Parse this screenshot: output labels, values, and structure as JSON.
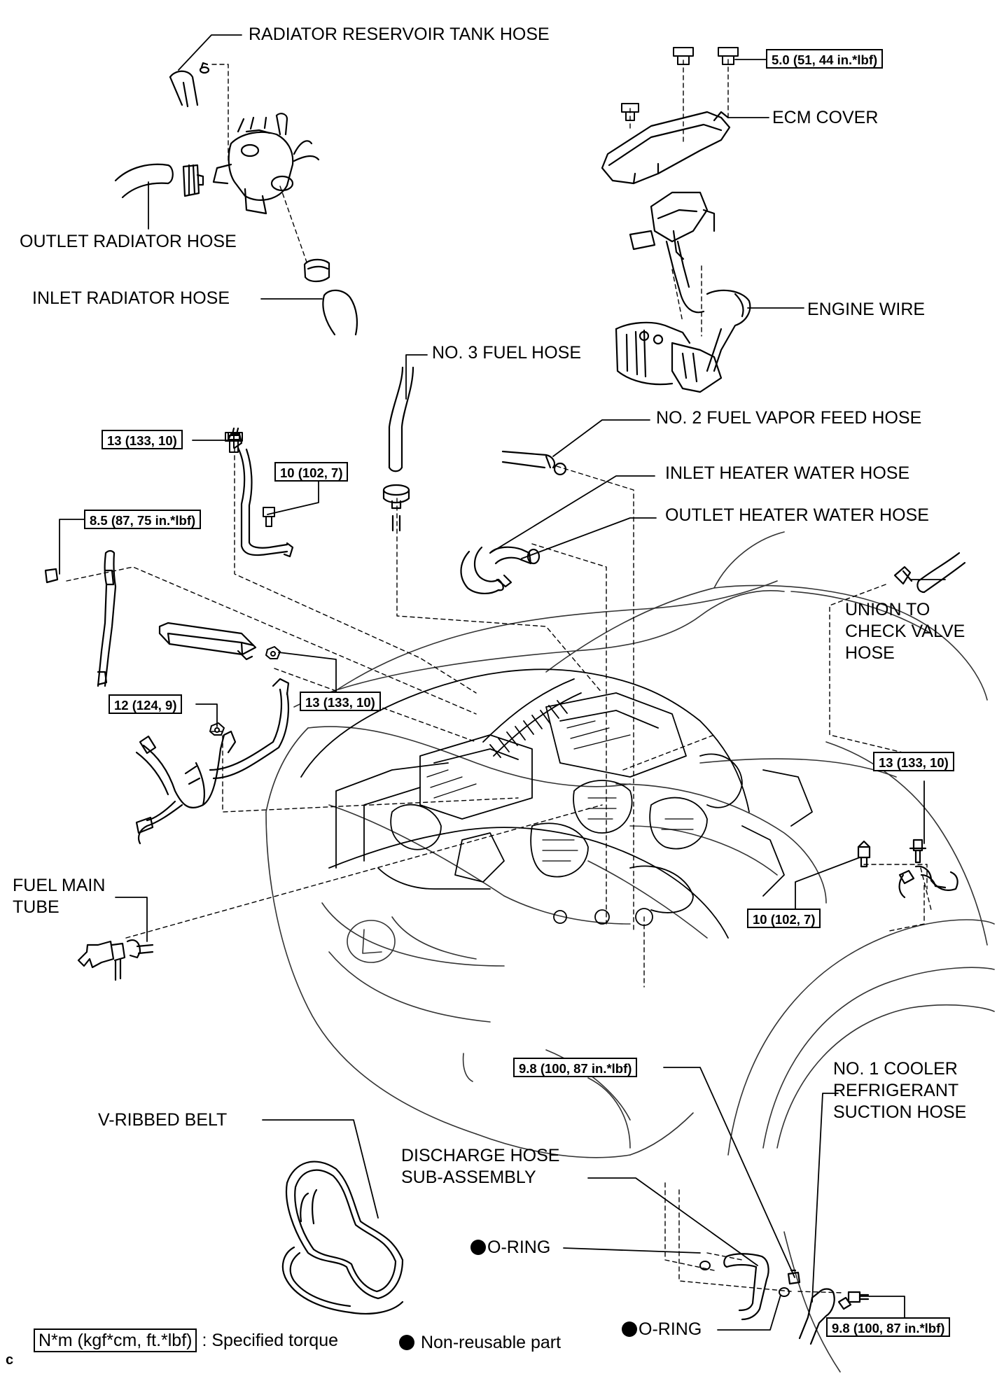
{
  "labels": {
    "radiator_reservoir_tank_hose": "RADIATOR RESERVOIR TANK HOSE",
    "outlet_radiator_hose": "OUTLET RADIATOR HOSE",
    "inlet_radiator_hose": "INLET RADIATOR HOSE",
    "ecm_cover": "ECM COVER",
    "engine_wire": "ENGINE WIRE",
    "no3_fuel_hose": "NO. 3 FUEL HOSE",
    "no2_fuel_vapor_feed_hose": "NO. 2 FUEL VAPOR FEED HOSE",
    "inlet_heater_water_hose": "INLET HEATER WATER HOSE",
    "outlet_heater_water_hose": "OUTLET HEATER WATER HOSE",
    "union_to_check_valve_hose": [
      "UNION TO",
      "CHECK VALVE",
      "HOSE"
    ],
    "fuel_main_tube": [
      "FUEL MAIN",
      "TUBE"
    ],
    "v_ribbed_belt": "V-RIBBED BELT",
    "discharge_hose": [
      "DISCHARGE HOSE",
      "SUB-ASSEMBLY"
    ],
    "no1_cooler_hose": [
      "NO. 1 COOLER",
      "REFRIGERANT",
      "SUCTION HOSE"
    ],
    "o_ring": "O-RING"
  },
  "torques": {
    "ecm_cover_bolt": "5.0 (51, 44 in.*lbf)",
    "ground_left_upper": "13 (133, 10)",
    "ground_left_nut": "10 (102, 7)",
    "fuel_clamp_bolt": "8.5 (87, 75 in.*lbf)",
    "ecu_nut_left": "12 (124, 9)",
    "ecu_nut_right": "13 (133, 10)",
    "ground_right_bolt": "13 (133, 10)",
    "ground_right_nut": "10 (102, 7)",
    "discharge_bolt": "9.8 (100, 87 in.*lbf)",
    "suction_bolt": "9.8 (100, 87 in.*lbf)"
  },
  "legend": {
    "torque_key": "N*m (kgf*cm, ft.*lbf)",
    "torque_desc": ": Specified torque",
    "nonreusable": "Non-reusable part"
  },
  "footer_code": "c"
}
